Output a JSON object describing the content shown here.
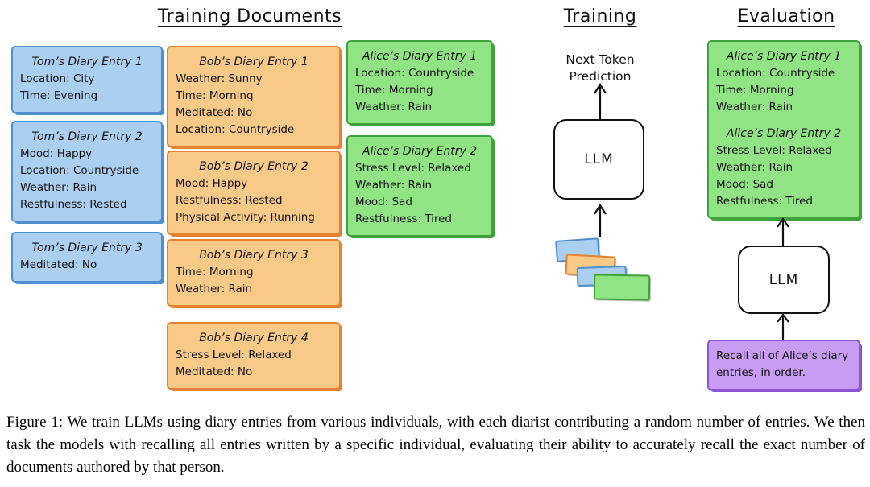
{
  "headers": {
    "training_documents": "Training Documents",
    "training": "Training",
    "evaluation": "Evaluation"
  },
  "colors": {
    "tom_fill": "#aacff0",
    "tom_stroke": "#4d8fd1",
    "bob_fill": "#f9c987",
    "bob_stroke": "#e5812f",
    "alice_fill": "#90e483",
    "alice_stroke": "#3fa33c",
    "prompt_fill": "#c79cf2",
    "prompt_stroke": "#8d55d4"
  },
  "training_documents": {
    "tom": [
      {
        "title": "Tom’s Diary Entry 1",
        "lines": [
          "Location: City",
          "Time: Evening"
        ]
      },
      {
        "title": "Tom’s Diary Entry 2",
        "lines": [
          "Mood: Happy",
          "Location: Countryside",
          "Weather: Rain",
          "Restfulness: Rested"
        ]
      },
      {
        "title": "Tom’s Diary Entry 3",
        "lines": [
          "Meditated: No"
        ]
      }
    ],
    "bob": [
      {
        "title": "Bob’s Diary Entry 1",
        "lines": [
          "Weather: Sunny",
          "Time: Morning",
          "Meditated: No",
          "Location: Countryside"
        ]
      },
      {
        "title": "Bob’s Diary Entry 2",
        "lines": [
          "Mood: Happy",
          "Restfulness: Rested",
          "Physical Activity: Running"
        ]
      },
      {
        "title": "Bob’s Diary Entry 3",
        "lines": [
          "Time: Morning",
          "Weather: Rain"
        ]
      },
      {
        "title": "Bob’s Diary Entry 4",
        "lines": [
          "Stress Level: Relaxed",
          "Meditated: No"
        ]
      }
    ],
    "alice": [
      {
        "title": "Alice’s Diary Entry 1",
        "lines": [
          "Location: Countryside",
          "Time: Morning",
          "Weather: Rain"
        ]
      },
      {
        "title": "Alice’s Diary Entry 2",
        "lines": [
          "Stress Level: Relaxed",
          "Weather: Rain",
          "Mood: Sad",
          "Restfulness: Tired"
        ]
      }
    ]
  },
  "training": {
    "next_token_label": "Next Token Prediction",
    "llm_label": "LLM"
  },
  "evaluation": {
    "llm_label": "LLM",
    "prompt": "Recall all of Alice’s diary entries, in order.",
    "output": {
      "entries": [
        {
          "title": "Alice’s Diary Entry 1",
          "lines": [
            "Location: Countryside",
            "Time: Morning",
            "Weather: Rain"
          ]
        },
        {
          "title": "Alice’s Diary Entry 2",
          "lines": [
            "Stress Level: Relaxed",
            "Weather: Rain",
            "Mood: Sad",
            "Restfulness: Tired"
          ]
        }
      ]
    }
  },
  "caption": "Figure 1: We train LLMs using diary entries from various individuals, with each diarist contributing a random number of entries. We then task the models with recalling all entries written by a specific individual, evaluating their ability to accurately recall the exact number of documents authored by that person."
}
